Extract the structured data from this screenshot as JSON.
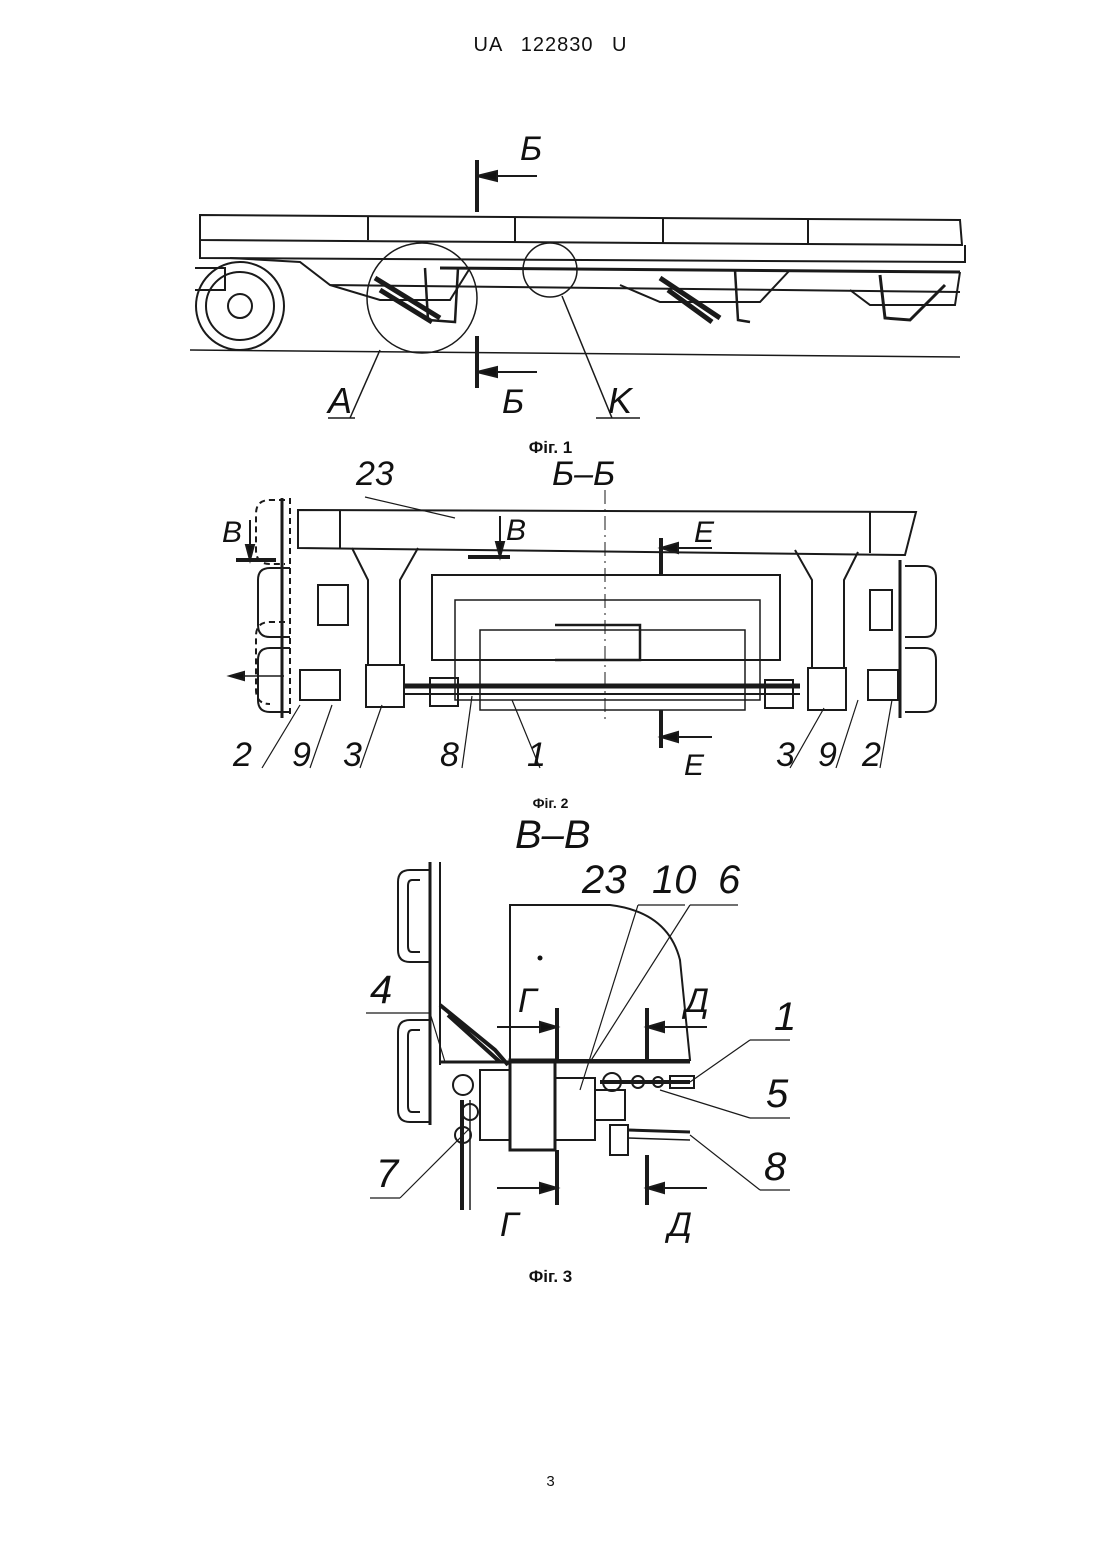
{
  "header": {
    "patent_number": "UA   122830   U"
  },
  "page_number": "3",
  "fig1": {
    "caption": "Фіг. 1",
    "labels": {
      "section_top": "Б",
      "section_bottom": "Б",
      "detail_a": "A",
      "detail_k": "K"
    }
  },
  "fig2": {
    "caption": "Фіг. 2",
    "title": "Б–Б",
    "labels": {
      "l23": "23",
      "section_b": "В",
      "section_b2": "В",
      "section_e_top": "E",
      "section_e_bottom": "E",
      "l2_left": "2",
      "l9_left": "9",
      "l3_left": "3",
      "l8": "8",
      "l1": "1",
      "l3_right": "3",
      "l9_right": "9",
      "l2_right": "2"
    }
  },
  "fig3": {
    "caption": "Фіг. 3",
    "title": "В–В",
    "labels": {
      "l23": "23",
      "l10": "10",
      "l6": "6",
      "l4": "4",
      "l1": "1",
      "l5": "5",
      "l7": "7",
      "l8": "8",
      "g_top": "Г",
      "d_top": "Д",
      "g_bottom": "Г",
      "d_bottom": "Д"
    }
  }
}
